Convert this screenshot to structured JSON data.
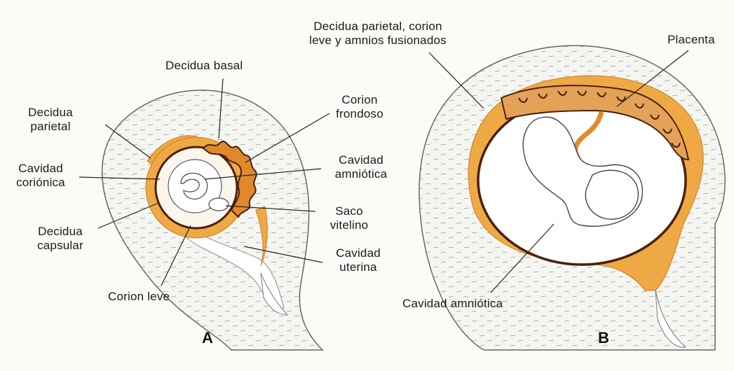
{
  "panel_a": {
    "letter": "A",
    "labels": {
      "decidua_basal": "Decidua basal",
      "corion_frondoso_1": "Corion",
      "corion_frondoso_2": "frondoso",
      "decidua_parietal_1": "Decidua",
      "decidua_parietal_2": "parietal",
      "cavidad_corionica_1": "Cavidad",
      "cavidad_corionica_2": "coriónica",
      "cavidad_amniotica_1": "Cavidad",
      "cavidad_amniotica_2": "amniótica",
      "saco_vitelino_1": "Saco",
      "saco_vitelino_2": "vitelino",
      "decidua_capsular_1": "Decidua",
      "decidua_capsular_2": "capsular",
      "cavidad_uterina_1": "Cavidad",
      "cavidad_uterina_2": "uterina",
      "corion_leve": "Corion leve"
    }
  },
  "panel_b": {
    "letter": "B",
    "labels": {
      "decidua_fusion_1": "Decidua parietal, corion",
      "decidua_fusion_2": "leve y amnios fusionados",
      "placenta": "Placenta",
      "cavidad_amniotica": "Cavidad amniótica"
    }
  },
  "colors": {
    "decidua": "#f2b24e",
    "chorion_dark": "#4a2010",
    "tissue": "#f3f3ee",
    "outline": "#555"
  }
}
